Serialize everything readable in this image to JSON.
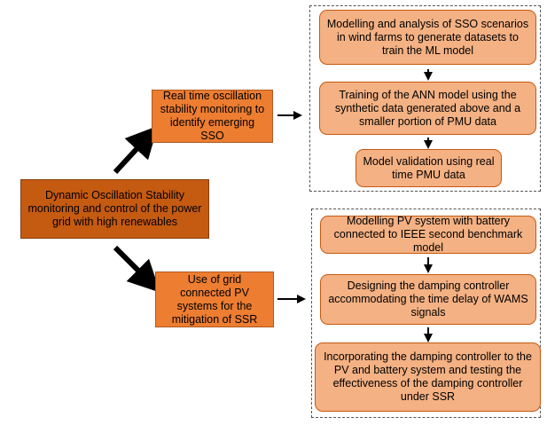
{
  "root": {
    "text": "Dynamic Oscillation Stability monitoring and control of the power grid with high renewables"
  },
  "branches": [
    {
      "label": "Real time oscillation stability monitoring to identify emerging SSO",
      "steps": [
        "Modelling and analysis of SSO scenarios in wind farms to generate datasets to train the ML model",
        "Training of the ANN model using the synthetic data generated above and a smaller portion of PMU data",
        "Model validation using real time PMU data"
      ]
    },
    {
      "label": "Use of grid connected PV systems for the mitigation of SSR",
      "steps": [
        "Modelling PV system with battery connected to IEEE second benchmark model",
        "Designing the damping controller accommodating the time delay of WAMS signals",
        "Incorporating the damping controller to the PV and battery system and testing the effectiveness of the damping controller under SSR"
      ]
    }
  ],
  "colors": {
    "root_fill": "#c55a11",
    "branch_fill": "#ed7d31",
    "step_fill": "#f4b183",
    "arrow": "#000000"
  }
}
